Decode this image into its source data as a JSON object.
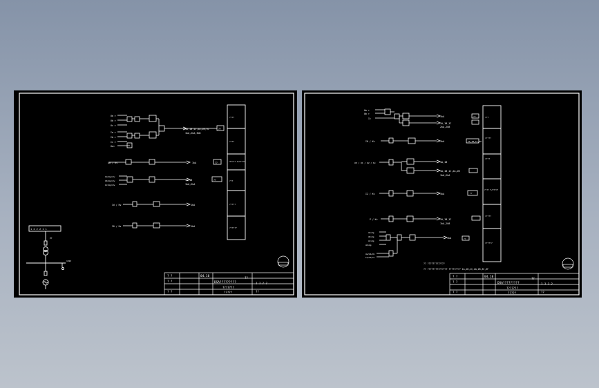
{
  "left": {
    "title_block": {
      "r1": [
        "? ?",
        "04.10",
        "??"
      ],
      "r2": [
        "? ?",
        "DSA?????????",
        "? ? ? ?"
      ],
      "r3": [
        "? ?",
        "???????",
        "??"
      ],
      "r4": "?????"
    },
    "groups": [
      {
        "inputs": [
          "Ua >",
          "Ub >",
          "Uc >",
          "Ia >",
          "Ib >",
          "Ic >",
          "Ua< "
        ],
        "out1": "1A,1B,1C,2A,2B,3C",
        "out2": "1kA,2kA,3kB",
        "badge": "??"
      },
      {
        "inputs": [
          "U0 / Kv"
        ],
        "out1": "1kA",
        "badge": "??"
      },
      {
        "inputs": [
          "Ua>Ug>Kv",
          "Ub>Ug>Kv",
          "Uc>Ug>Kv"
        ],
        "out1": "1A,1B",
        "out2": "1kA,2kA",
        "badge": "??"
      },
      {
        "inputs": [
          "Id / Kv"
        ],
        "out1": "1kA"
      },
      {
        "inputs": [
          "I0 / Kv"
        ],
        "out1": "1kA"
      }
    ],
    "side_column": [
      "????",
      "????",
      "?????? T/V????",
      "???",
      "?????",
      "??????"
    ],
    "one_line": {
      "box_label": "1 2 2 2 1 1",
      "bus_label": "10kV",
      "pt_label": "PT"
    }
  },
  "right": {
    "title_block": {
      "r1": [
        "? ?",
        "04.10",
        "??"
      ],
      "r2": [
        "? ?",
        "DSA?????????",
        "? ? ? ?"
      ],
      "r3": [
        "? ?",
        "???????",
        "??"
      ],
      "r4": "?????"
    },
    "groups": [
      {
        "inputs": [
          "Ua >",
          "Ub >",
          "Ic"
        ],
        "out1": "1kA",
        "out2": "1A,1B,1C",
        "out3": "2kA,2kB",
        "badge": "??"
      },
      {
        "inputs": [
          "I0 / Kv"
        ],
        "out1": "1kA",
        "out2": "1A,1B,1C,2A",
        "badge": "??"
      },
      {
        "inputs": [
          "U0 / U1 / U2 / Kv"
        ],
        "out1": "1A,1B",
        "out2": "1A,1B,1C,2A,2B",
        "out3": "1kA,2kA",
        "badge": "??"
      },
      {
        "inputs": [
          "I2 / Kv"
        ],
        "out1": "1kA",
        "badge": "??"
      },
      {
        "inputs": [
          "P / Kv"
        ],
        "out1": "1A,1B,1C",
        "out2": "1kA,2kB",
        "badge": "??"
      },
      {
        "inputs": [
          "Ua>Ug",
          "Ub>Ug",
          "Uc>Ug",
          "Ud>Ug",
          "Kv>"
        ],
        "out1": "1kA",
        "badge": "??"
      },
      {
        "inputs": [
          "Ua/Ub/Uc",
          "Ia/Ib/Ic"
        ],
        "out1": ""
      }
    ],
    "side_column": [
      "???",
      "?????",
      "????",
      "???? T/V????",
      "?????",
      "?????????",
      "??????"
    ],
    "note1": "?? ?????????????",
    "note2": "?? ??????????????? ?????????   1A,1B,1C,2A,2B,3C,3F"
  }
}
